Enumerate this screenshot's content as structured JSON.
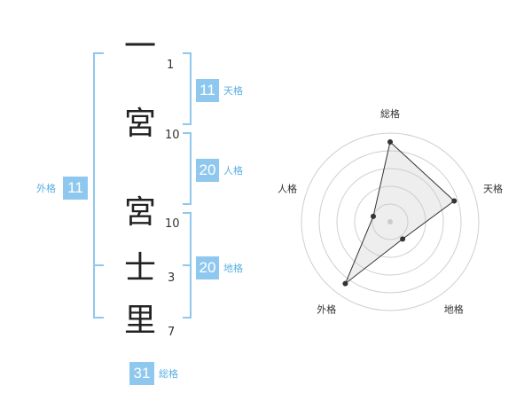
{
  "name": {
    "characters": [
      {
        "char": "一",
        "strokes": "1"
      },
      {
        "char": "宮",
        "strokes": "10"
      },
      {
        "char": "宮",
        "strokes": "10"
      },
      {
        "char": "士",
        "strokes": "3"
      },
      {
        "char": "里",
        "strokes": "7"
      }
    ]
  },
  "fortunes": {
    "tenkaku": {
      "value": "11",
      "label": "天格"
    },
    "jinkaku": {
      "value": "20",
      "label": "人格"
    },
    "chikaku": {
      "value": "20",
      "label": "地格"
    },
    "gaikaku": {
      "value": "11",
      "label": "外格"
    },
    "soukaku": {
      "value": "31",
      "label": "総格"
    }
  },
  "colors": {
    "accent": "#8fc8ee",
    "label": "#59aee3",
    "bracket": "#8fc8ee"
  },
  "chart_data": {
    "type": "radar",
    "axes": [
      "総格",
      "天格",
      "地格",
      "外格",
      "人格"
    ],
    "values": [
      4.5,
      3.8,
      1.2,
      4.3,
      1.0
    ],
    "max": 5,
    "rings": 5
  }
}
